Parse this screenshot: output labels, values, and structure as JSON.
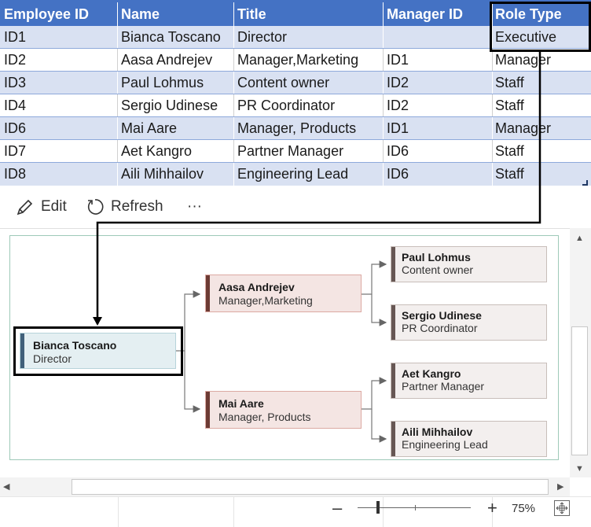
{
  "table": {
    "columns": [
      "Employee ID",
      "Name",
      "Title",
      "Manager ID",
      "Role Type"
    ],
    "rows": [
      [
        "ID1",
        "Bianca Toscano",
        "Director",
        "",
        "Executive"
      ],
      [
        "ID2",
        "Aasa Andrejev",
        "Manager,Marketing",
        "ID1",
        "Manager"
      ],
      [
        "ID3",
        "Paul Lohmus",
        "Content owner",
        "ID2",
        "Staff"
      ],
      [
        "ID4",
        "Sergio Udinese",
        "PR Coordinator",
        "ID2",
        "Staff"
      ],
      [
        "ID6",
        "Mai Aare",
        "Manager, Products",
        "ID1",
        "Manager"
      ],
      [
        "ID7",
        "Aet Kangro",
        "Partner Manager",
        "ID6",
        "Staff"
      ],
      [
        "ID8",
        "Aili Mihhailov",
        "Engineering Lead",
        "ID6",
        "Staff"
      ]
    ]
  },
  "toolbar": {
    "edit_label": "Edit",
    "refresh_label": "Refresh",
    "more_label": "···"
  },
  "orgchart": {
    "root": {
      "name": "Bianca Toscano",
      "title": "Director"
    },
    "managers": [
      {
        "name": "Aasa Andrejev",
        "title": "Manager,Marketing"
      },
      {
        "name": "Mai Aare",
        "title": "Manager, Products"
      }
    ],
    "staff": [
      {
        "name": "Paul Lohmus",
        "title": "Content owner"
      },
      {
        "name": "Sergio Udinese",
        "title": "PR Coordinator"
      },
      {
        "name": "Aet Kangro",
        "title": "Partner Manager"
      },
      {
        "name": "Aili Mihhailov",
        "title": "Engineering Lead"
      }
    ]
  },
  "zoom": {
    "minus_label": "–",
    "plus_label": "+",
    "level_label": "75%"
  },
  "colors": {
    "header_blue": "#4472c4",
    "band_blue": "#d9e1f2",
    "root_accent": "#41607a",
    "manager_accent": "#6d3b34",
    "staff_accent": "#675754"
  }
}
